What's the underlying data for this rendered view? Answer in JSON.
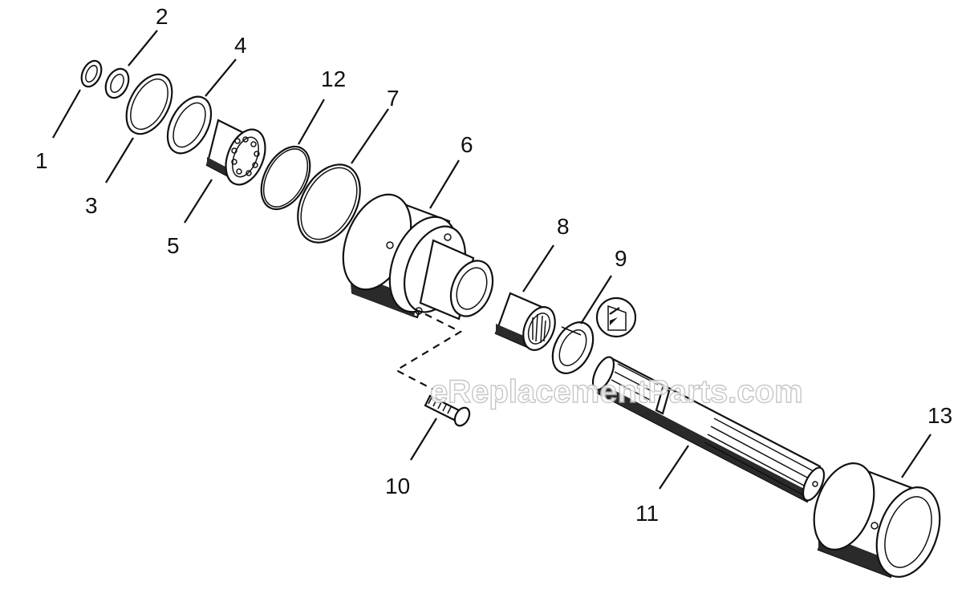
{
  "diagram": {
    "callouts": {
      "p1": "1",
      "p2": "2",
      "p3": "3",
      "p4": "4",
      "p5": "5",
      "p6": "6",
      "p7": "7",
      "p8": "8",
      "p9": "9",
      "p10": "10",
      "p11": "11",
      "p12": "12",
      "p13": "13"
    },
    "watermark": "eReplacementParts.com"
  }
}
